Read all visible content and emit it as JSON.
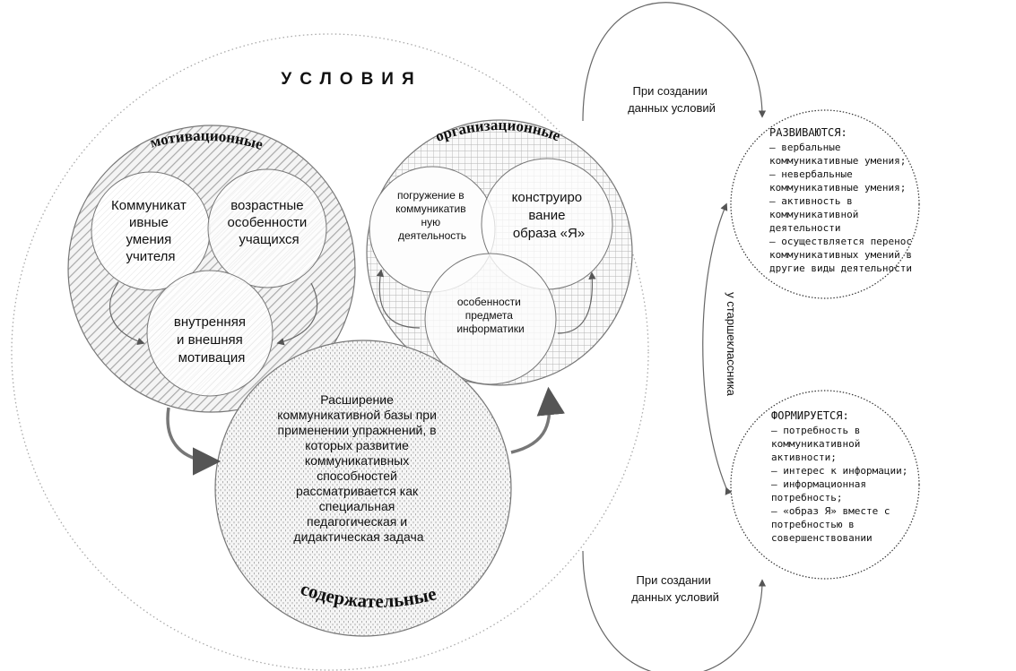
{
  "title": "УСЛОВИЯ",
  "groups": {
    "motivational": {
      "label": "мотивационные",
      "items": [
        [
          "Коммуникат",
          "ивные",
          "умения",
          "учителя"
        ],
        [
          "возрастные",
          "особенности",
          "учащихся"
        ],
        [
          "внутренняя",
          "и внешняя",
          "мотивация"
        ]
      ]
    },
    "organizational": {
      "label": "организационные",
      "items": [
        [
          "погружение в",
          "коммуникатив",
          "ную",
          "деятельность"
        ],
        [
          "конструиро",
          "вание",
          "образа «Я»"
        ],
        [
          "особенности",
          "предмета",
          "информатики"
        ]
      ]
    },
    "content": {
      "label": "содержательные",
      "text": [
        "Расширение",
        "коммуникативной базы при",
        "применении упражнений, в",
        "которых развитие",
        "коммуникативных",
        "способностей",
        "рассматривается как",
        "специальная",
        "педагогическая и",
        "дидактическая задача"
      ]
    }
  },
  "arrows": {
    "top_caption": [
      "При создании",
      "данных условий"
    ],
    "bottom_caption": [
      "При создании",
      "данных условий"
    ],
    "vertical_caption": "у старшеклассника"
  },
  "results": {
    "develop": {
      "heading": "РАЗВИВАЮТСЯ:",
      "lines": [
        "— вербальные",
        "коммуникативные умения;",
        "— невербальные",
        "коммуникативные умения;",
        "— активность в",
        "коммуникативной",
        "деятельности",
        "— осуществляется перенос",
        "коммуникативных умений в",
        "другие виды деятельности"
      ]
    },
    "form": {
      "heading": "ФОРМИРУЕТСЯ:",
      "lines": [
        "— потребность в",
        "коммуникативной",
        "активности;",
        "— интерес к информации;",
        "— информационная",
        "потребность;",
        "— «образ Я» вместе с",
        "потребностью в",
        "совершенствовании"
      ]
    }
  }
}
